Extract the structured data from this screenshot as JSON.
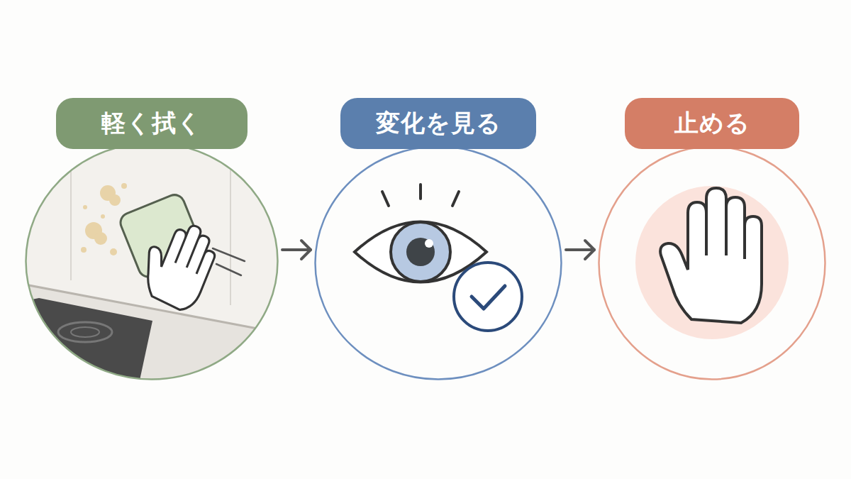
{
  "diagram": {
    "nodes": [
      {
        "text": [
          "軽く拭く"
        ]
      },
      {
        "text": [
          "変化を見る"
        ]
      },
      {
        "text": [
          "止める"
        ]
      }
    ],
    "edges": [
      {
        "from": 0,
        "to": 1,
        "arrow": "to"
      },
      {
        "from": 1,
        "to": 2,
        "arrow": "to"
      }
    ]
  }
}
